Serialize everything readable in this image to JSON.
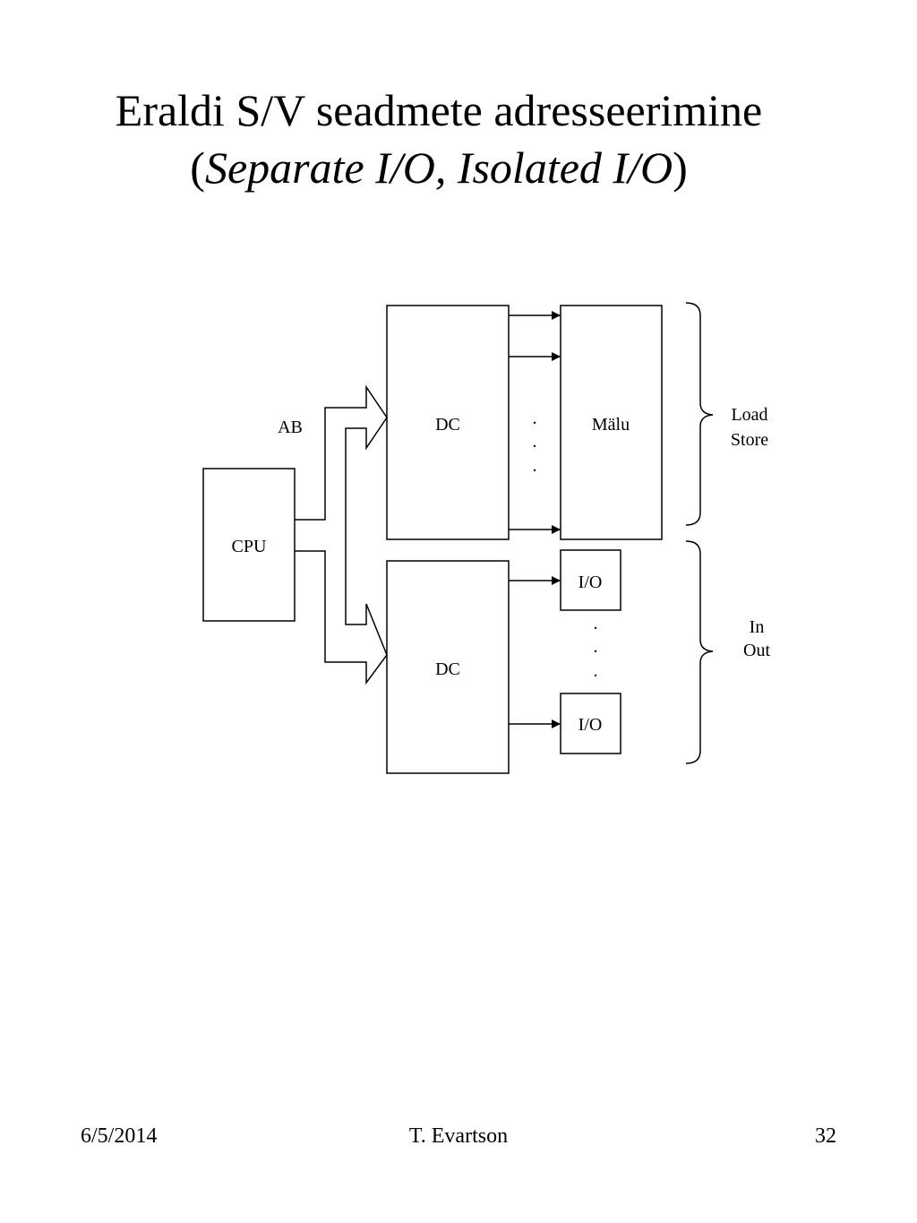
{
  "slide": {
    "title_line1": "Eraldi S/V seadmete adresseerimine",
    "title_line2_open": "(",
    "title_line2_italic": "Separate I/O, Isolated I/O",
    "title_line2_close": ")"
  },
  "diagram": {
    "cpu_label": "CPU",
    "bus_label": "AB",
    "decoder_top_label": "DC",
    "decoder_bottom_label": "DC",
    "memory_label": "Mälu",
    "io_top_label": "I/O",
    "io_bottom_label": "I/O",
    "brace_top_line1": "Load",
    "brace_top_line2": "Store",
    "brace_bottom_line1": "In",
    "brace_bottom_line2": "Out",
    "ellipsis_dot": "."
  },
  "footer": {
    "date": "6/5/2014",
    "author": "T. Evartson",
    "page_number": "32"
  }
}
